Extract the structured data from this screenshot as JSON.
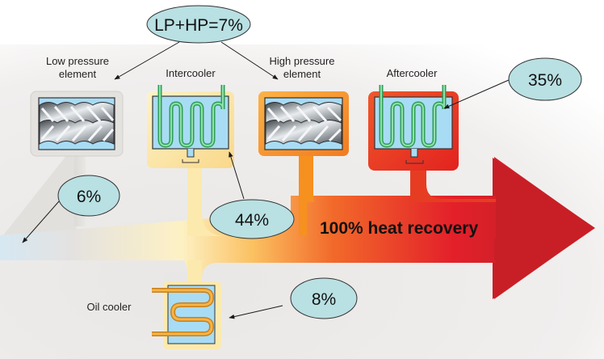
{
  "diagram": {
    "title": "100% heat recovery",
    "components": {
      "low_pressure": {
        "label_line1": "Low pressure",
        "label_line2": "element"
      },
      "intercooler": {
        "label": "Intercooler"
      },
      "high_pressure": {
        "label_line1": "High pressure",
        "label_line2": "element"
      },
      "aftercooler": {
        "label": "Aftercooler"
      },
      "oil_cooler": {
        "label": "Oil cooler"
      }
    },
    "callouts": {
      "lp_hp": "LP+HP=7%",
      "aftercooler": "35%",
      "loss": "6%",
      "intercooler": "44%",
      "oil_cooler": "8%"
    },
    "colors": {
      "bubble_fill": "#b9e0e3",
      "water_fill": "#a8dcf4",
      "tube_green": "#3fb56c",
      "tube_orange": "#f0a030",
      "lp_frame": "#e4e2df",
      "intercooler_frame": "#fbe6a8",
      "hp_frame": "#f7941d",
      "aftercooler_frame": "#e8431f",
      "arrow_start": "#f9a23a",
      "arrow_mid": "#e8262a",
      "arrow_end": "#b81f25"
    }
  }
}
